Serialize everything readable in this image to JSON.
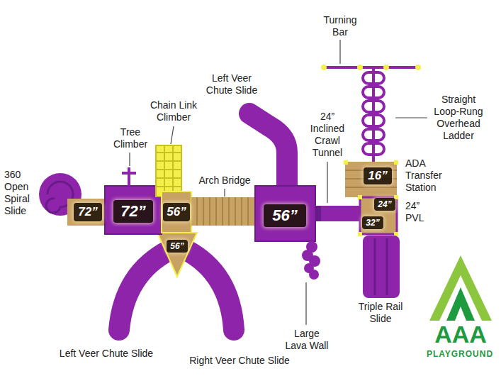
{
  "diagram": {
    "nodes": [
      {
        "text": [
          "72”"
        ]
      },
      {
        "text": [
          "72”"
        ]
      },
      {
        "text": [
          "56”"
        ]
      },
      {
        "text": [
          "56”"
        ]
      },
      {
        "text": [
          "56”"
        ]
      },
      {
        "text": [
          "16”"
        ]
      },
      {
        "text": [
          "24”"
        ]
      },
      {
        "text": [
          "32”"
        ]
      }
    ],
    "labels": [
      "Turning Bar",
      "Left Veer Chute Slide",
      "Straight Loop-Rung Overhead Ladder",
      "24” Inclined Crawl Tunnel",
      "Chain Link Climber",
      "Tree Climber",
      "Arch Bridge",
      "360 Open Spiral Slide",
      "ADA Transfer Station",
      "24” PVL",
      "Triple Rail Slide",
      "Left Veer Chute Slide",
      "Right Veer Chute Slide",
      "Large Lava Wall",
      "AAA",
      "PLAYGROUND"
    ]
  }
}
